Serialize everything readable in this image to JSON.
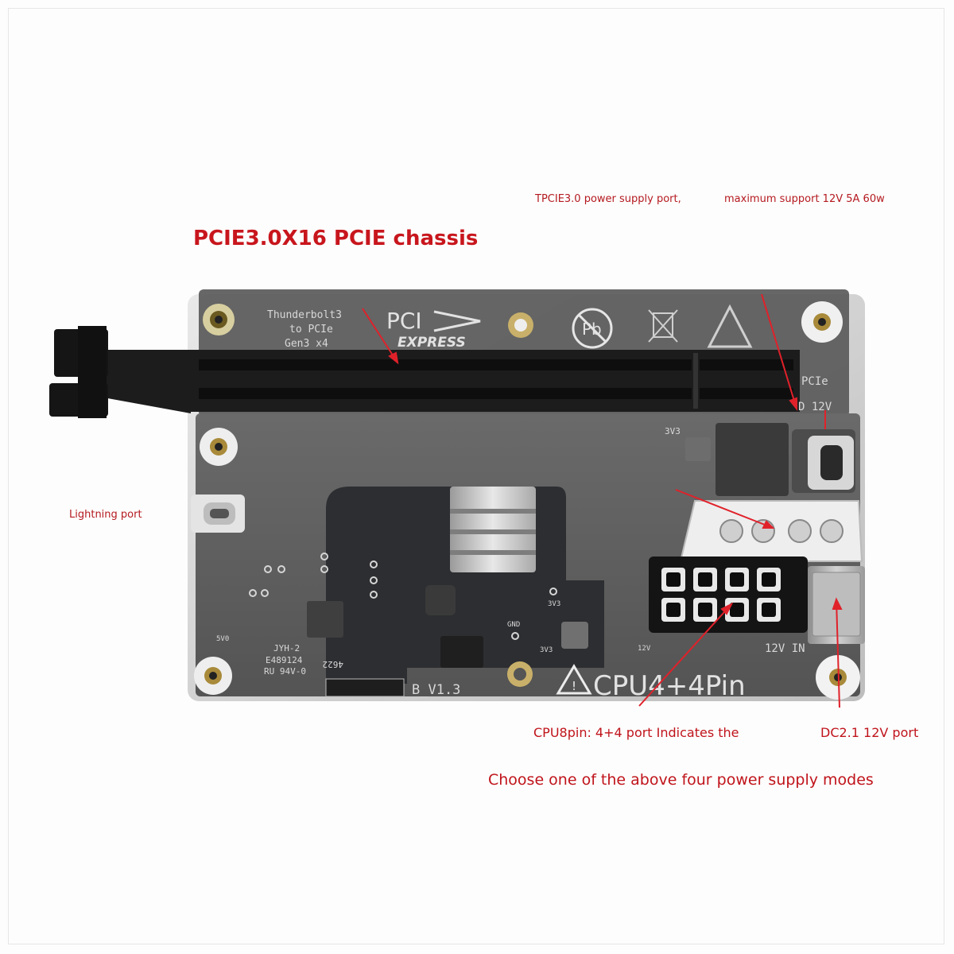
{
  "annotations": {
    "title": "PCIE3.0X16 PCIE chassis",
    "tpcie_port": "TPCIE3.0 power supply port,",
    "max_support": "maximum support 12V 5A 60w",
    "lightning": "Lightning port",
    "cpu8pin": "CPU8pin: 4+4 port Indicates the",
    "dc_port": "DC2.1 12V port",
    "choose": "Choose one of the above four power supply modes"
  },
  "silkscreen": {
    "tb_line1": "Thunderbolt3",
    "tb_line2": "to PCIe",
    "tb_line3": "Gen3 x4",
    "pci": "PCI",
    "express": "EXPRESS",
    "pb": "Pb",
    "pcie_side": "PCIe",
    "d12v": "D 12V",
    "v3v3_a": "3V3",
    "v3v3_b": "3V3",
    "v3v3_c": "3V3",
    "gnd": "GND",
    "v5v0": "5V0",
    "v12v": "12V",
    "jyh": "JYH-2",
    "e489": "E489124",
    "ru94": "RU 94V-0",
    "code": "4622",
    "version": "B_V1.3",
    "cpu_pin": "CPU4+4Pin",
    "in12v": "12V IN"
  },
  "colors": {
    "annotation": "#c8161d",
    "board": "#5b5b5b",
    "board_dark": "#2f3033",
    "slot": "#1c1c1c",
    "acrylic": "#d9d9d9",
    "arrow": "#e0212a"
  }
}
